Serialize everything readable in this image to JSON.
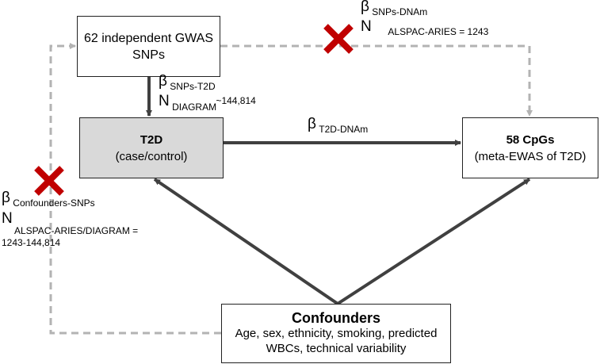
{
  "boxes": {
    "gwas": {
      "line1": "62 independent GWAS",
      "line2": "SNPs"
    },
    "t2d": {
      "title": "T2D",
      "subtitle": "(case/control)"
    },
    "cpgs": {
      "title": "58 CpGs",
      "subtitle": "(meta-EWAS of T2D)"
    },
    "confounders": {
      "title": "Confounders",
      "line1": "Age, sex, ethnicity, smoking, predicted",
      "line2": "WBCs, technical variability"
    }
  },
  "labels": {
    "snps_dnam": {
      "beta": "β",
      "beta_sub": "SNPs-DNAm",
      "n": "N",
      "n_sub": "ALSPAC-ARIES = 1243"
    },
    "snps_t2d": {
      "beta": "β",
      "beta_sub": "SNPs-T2D",
      "n": "N",
      "n_sub": "DIAGRAM",
      "n_value": "~144,814"
    },
    "t2d_dnam": {
      "beta": "β",
      "beta_sub": "T2D-DNAm"
    },
    "confounders_snps": {
      "beta": "β",
      "beta_sub": "Confounders-SNPs",
      "n": "N",
      "n_sub": "ALSPAC-ARIES/DIAGRAM =",
      "n_value": "1243-144,814"
    }
  },
  "colors": {
    "solid_arrow": "#404040",
    "dashed_arrow": "#b3b3b3",
    "cross": "#c00000",
    "t2d_fill": "#d9d9d9",
    "border": "#222222"
  },
  "icons": {
    "rejected_path": "red-cross-icon"
  }
}
